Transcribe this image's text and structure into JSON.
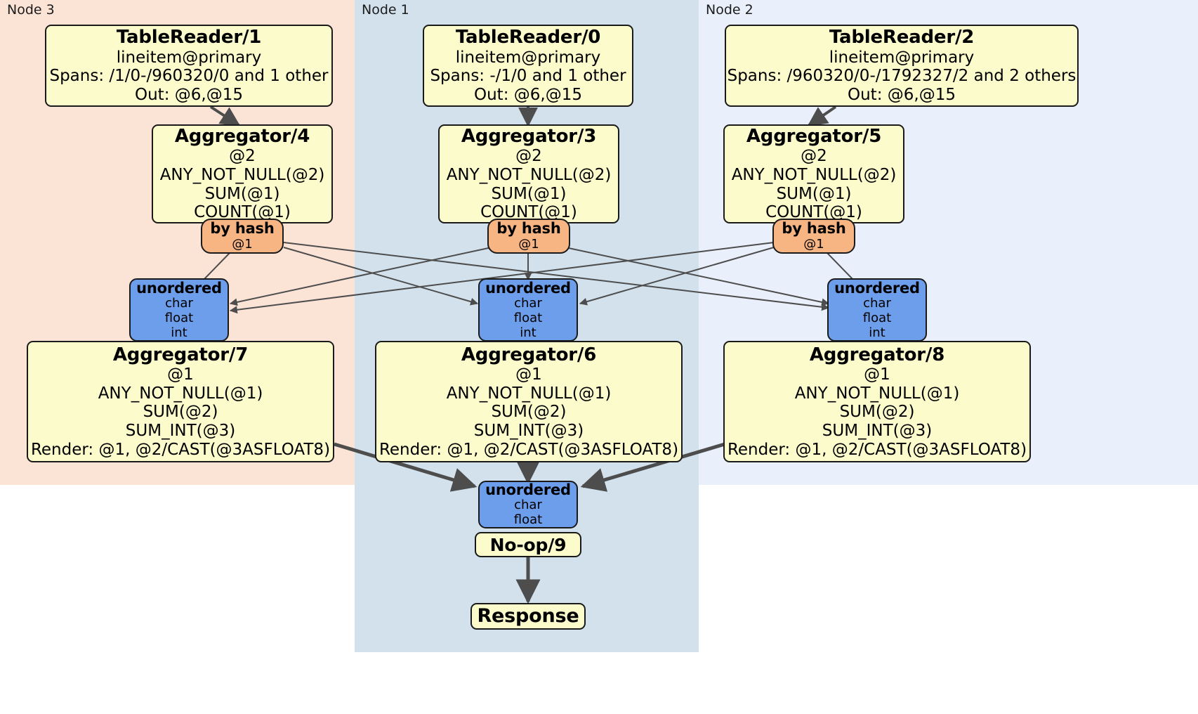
{
  "diagram": {
    "title": "Distributed SQL query execution plan",
    "colors": {
      "node3_panel": "#fbe4d6",
      "node1_panel": "#d2e1ec",
      "node2_panel": "#eaf0fb",
      "processor_fill": "#fbfbcc",
      "router_fill": "#f8b584",
      "sync_fill": "#6d9eeb",
      "stroke": "#1a1a1a",
      "edge": "#4d4d4d"
    }
  },
  "panels": [
    {
      "id": "node3",
      "label": "Node 3"
    },
    {
      "id": "node1",
      "label": "Node 1"
    },
    {
      "id": "node2",
      "label": "Node 2"
    }
  ],
  "processors": {
    "table_reader_1": {
      "title": "TableReader/1",
      "lines": [
        "lineitem@primary",
        "Spans: /1/0-/960320/0 and 1 other",
        "Out: @6,@15"
      ]
    },
    "table_reader_0": {
      "title": "TableReader/0",
      "lines": [
        "lineitem@primary",
        "Spans: -/1/0 and 1 other",
        "Out: @6,@15"
      ]
    },
    "table_reader_2": {
      "title": "TableReader/2",
      "lines": [
        "lineitem@primary",
        "Spans: /960320/0-/1792327/2 and 2 others",
        "Out: @6,@15"
      ]
    },
    "aggregator_4": {
      "title": "Aggregator/4",
      "lines": [
        "@2",
        "ANY_NOT_NULL(@2)",
        "SUM(@1)",
        "COUNT(@1)"
      ]
    },
    "aggregator_3": {
      "title": "Aggregator/3",
      "lines": [
        "@2",
        "ANY_NOT_NULL(@2)",
        "SUM(@1)",
        "COUNT(@1)"
      ]
    },
    "aggregator_5": {
      "title": "Aggregator/5",
      "lines": [
        "@2",
        "ANY_NOT_NULL(@2)",
        "SUM(@1)",
        "COUNT(@1)"
      ]
    },
    "aggregator_7": {
      "title": "Aggregator/7",
      "lines": [
        "@1",
        "ANY_NOT_NULL(@1)",
        "SUM(@2)",
        "SUM_INT(@3)",
        "Render: @1, @2/CAST(@3ASFLOAT8)"
      ]
    },
    "aggregator_6": {
      "title": "Aggregator/6",
      "lines": [
        "@1",
        "ANY_NOT_NULL(@1)",
        "SUM(@2)",
        "SUM_INT(@3)",
        "Render: @1, @2/CAST(@3ASFLOAT8)"
      ]
    },
    "aggregator_8": {
      "title": "Aggregator/8",
      "lines": [
        "@1",
        "ANY_NOT_NULL(@1)",
        "SUM(@2)",
        "SUM_INT(@3)",
        "Render: @1, @2/CAST(@3ASFLOAT8)"
      ]
    },
    "noop_9": {
      "title": "No-op/9",
      "lines": []
    },
    "response": {
      "title": "Response",
      "lines": []
    }
  },
  "routers": {
    "by_hash_left": {
      "title": "by hash",
      "lines": [
        "@1"
      ]
    },
    "by_hash_center": {
      "title": "by hash",
      "lines": [
        "@1"
      ]
    },
    "by_hash_right": {
      "title": "by hash",
      "lines": [
        "@1"
      ]
    }
  },
  "synchronizers": {
    "unordered_left": {
      "title": "unordered",
      "lines": [
        "char",
        "float",
        "int"
      ]
    },
    "unordered_center": {
      "title": "unordered",
      "lines": [
        "char",
        "float",
        "int"
      ]
    },
    "unordered_right": {
      "title": "unordered",
      "lines": [
        "char",
        "float",
        "int"
      ]
    },
    "unordered_final": {
      "title": "unordered",
      "lines": [
        "char",
        "float"
      ]
    }
  }
}
